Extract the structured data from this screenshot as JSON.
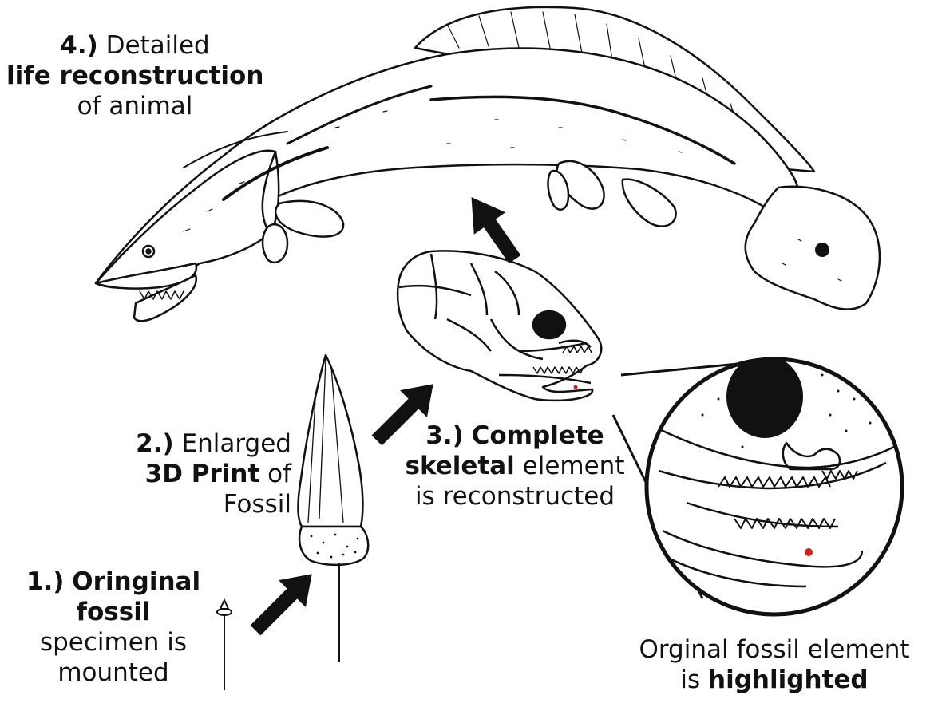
{
  "steps": [
    {
      "number": "1.)",
      "lines": [
        [
          "Oringinal",
          ""
        ],
        [
          "fossil",
          ""
        ],
        [
          "",
          "specimen is"
        ],
        [
          "",
          "mounted"
        ]
      ]
    },
    {
      "number": "2.)",
      "lines": [
        [
          "",
          "Enlarged"
        ],
        [
          "3D Print",
          " of"
        ],
        [
          "",
          "Fossil"
        ]
      ]
    },
    {
      "number": "3.)",
      "lines": [
        [
          "Complete",
          ""
        ],
        [
          "skeletal",
          " element"
        ],
        [
          "",
          "is reconstructed"
        ]
      ]
    },
    {
      "number": "4.)",
      "lines": [
        [
          "",
          "Detailed"
        ],
        [
          "life reconstruction",
          ""
        ],
        [
          "",
          "of animal"
        ]
      ]
    }
  ],
  "callout": {
    "lines": [
      [
        "",
        "Orginal fossil element"
      ],
      [
        "highlighted",
        "is "
      ]
    ]
  },
  "colors": {
    "ink": "#111111",
    "highlight": "#d42020",
    "background": "#ffffff"
  }
}
